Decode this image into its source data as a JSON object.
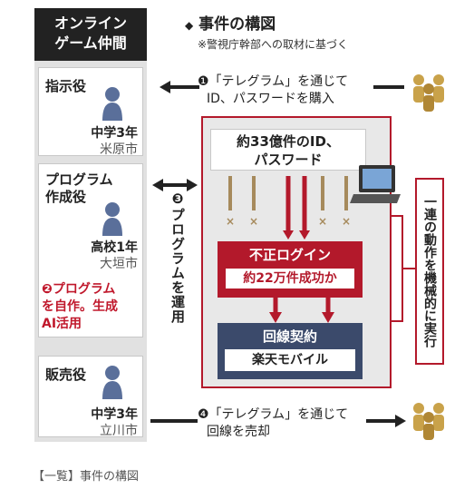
{
  "header": {
    "line1": "オンライン",
    "line2": "ゲーム仲間"
  },
  "title": "事件の構図",
  "note": "※警視庁幹部への取材に基づく",
  "roles": {
    "instructor": {
      "role": "指示役",
      "grade": "中学3年",
      "city": "米原市"
    },
    "programmer": {
      "role1": "プログラム",
      "role2": "作成役",
      "grade": "高校1年",
      "city": "大垣市",
      "ai_note1": "❷プログラム",
      "ai_note2": "を自作。生成",
      "ai_note3": "AI活用"
    },
    "seller": {
      "role": "販売役",
      "grade": "中学3年",
      "city": "立川市"
    }
  },
  "steps": {
    "s1_line1": "❶「テレグラム」を通じて",
    "s1_line2": "ID、パスワードを購入",
    "s3": "❸プログラムを運用",
    "s4_line1": "❹「テレグラム」を通じて",
    "s4_line2": "回線を売却"
  },
  "process": {
    "ids": "約33億件のID、",
    "ids2": "パスワード",
    "login": "不正ログイン",
    "success": "約22万件成功か",
    "contract": "回線契約",
    "carrier": "楽天モバイル",
    "auto": "一連の動作を機械的に実行"
  },
  "caption": "【一覧】事件の構図",
  "colors": {
    "red": "#b3192b",
    "navy": "#3b4a6b",
    "dark": "#222222",
    "gray": "#e1e1e1",
    "gold": "#c9a24a"
  }
}
